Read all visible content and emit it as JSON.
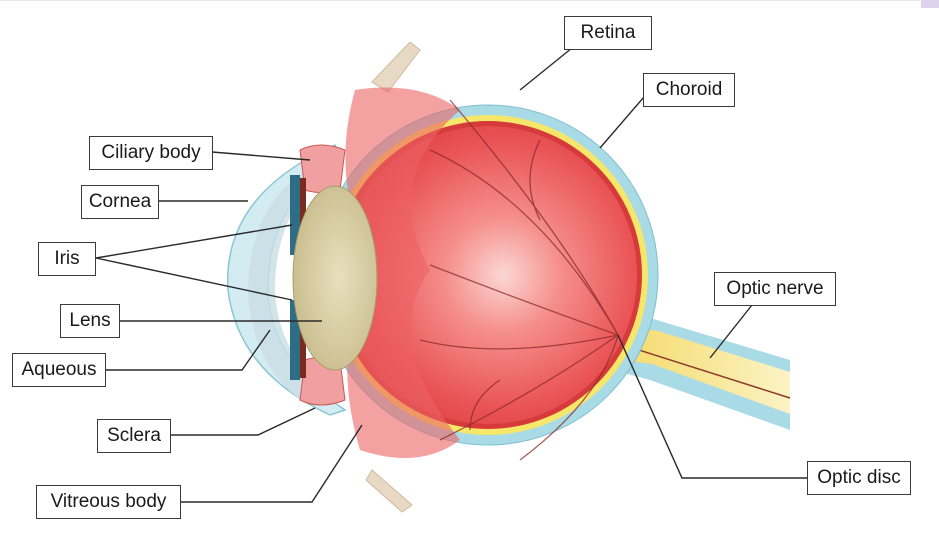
{
  "labels": {
    "retina": "Retina",
    "choroid": "Choroid",
    "ciliary_body": "Ciliary body",
    "cornea": "Cornea",
    "iris": "Iris",
    "lens": "Lens",
    "aqueous": "Aqueous",
    "sclera": "Sclera",
    "vitreous_body": "Vitreous body",
    "optic_nerve": "Optic nerve",
    "optic_disc": "Optic disc"
  },
  "colors": {
    "sclera": "#a9dbe6",
    "choroid": "#d63a3a",
    "retina": "#f6e66a",
    "vitreous": "#ee5a5c",
    "lens": "#d9cfa7",
    "iris": "#2f6d86",
    "optic_nerve": "#f6e28a",
    "leader_line": "#2a2a2a"
  }
}
